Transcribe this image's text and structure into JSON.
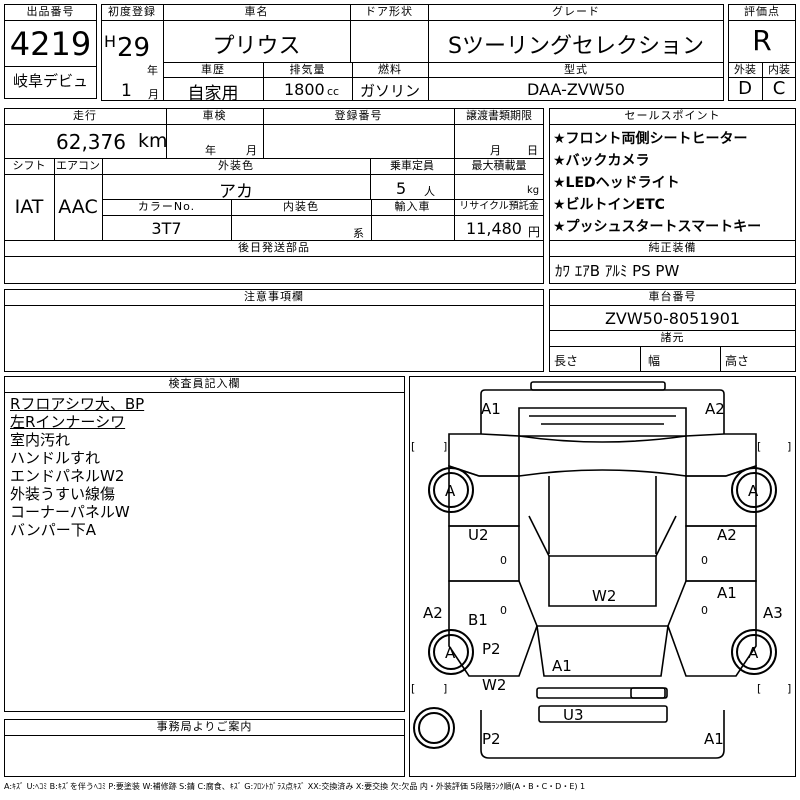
{
  "lot": {
    "label": "出品番号",
    "value": "4219",
    "venue": "岐阜デビュ"
  },
  "first_reg": {
    "label": "初度登録",
    "era": "H",
    "year": "29",
    "year_unit": "年",
    "month": "1",
    "month_unit": "月"
  },
  "car_name": {
    "label": "車名",
    "value": "プリウス"
  },
  "door": {
    "label": "ドア形状",
    "value": ""
  },
  "grade": {
    "label": "グレード",
    "value": "Sツーリングセレクション"
  },
  "score": {
    "label": "評価点",
    "value": "R",
    "exterior_label": "外装",
    "exterior": "D",
    "interior_label": "内装",
    "interior": "C"
  },
  "history": {
    "label": "車歴",
    "value": "自家用"
  },
  "displacement": {
    "label": "排気量",
    "value": "1800",
    "unit": "cc"
  },
  "fuel": {
    "label": "燃料",
    "value": "ガソリン"
  },
  "model": {
    "label": "型式",
    "value": "DAA-ZVW50"
  },
  "mileage": {
    "label": "走行",
    "value": "62,376",
    "unit": "km"
  },
  "inspection": {
    "label": "車検",
    "year_unit": "年",
    "month_unit": "月"
  },
  "reg_no": {
    "label": "登録番号",
    "value": ""
  },
  "transfer": {
    "label": "譲渡書類期限",
    "month_unit": "月",
    "day_unit": "日"
  },
  "shift": {
    "label": "シフト",
    "value": "IAT"
  },
  "aircon": {
    "label": "エアコン",
    "value": "AAC"
  },
  "ext_color": {
    "label": "外装色",
    "value": "アカ"
  },
  "capacity": {
    "label": "乗車定員",
    "value": "5",
    "unit": "人"
  },
  "max_load": {
    "label": "最大積載量",
    "value": "",
    "unit": "kg"
  },
  "color_no": {
    "label": "カラーNo.",
    "value": "3T7"
  },
  "int_color": {
    "label": "内装色",
    "value": "",
    "suffix": "系"
  },
  "import": {
    "label": "輸入車",
    "value": ""
  },
  "recycle": {
    "label": "リサイクル預託金",
    "value": "11,480",
    "unit": "円"
  },
  "later_parts": {
    "label": "後日発送部品",
    "value": ""
  },
  "sales_points": {
    "label": "セールスポイント",
    "items": [
      "★フロント両側シートヒーター",
      "★バックカメラ",
      "★LEDヘッドライト",
      "★ビルトインETC",
      "★プッシュスタートスマートキー"
    ]
  },
  "equipment": {
    "label": "純正装備",
    "value": "ｶﾜ ｴｱB ｱﾙﾐ PS PW"
  },
  "notes": {
    "label": "注意事項欄",
    "value": ""
  },
  "chassis": {
    "label": "車台番号",
    "value": "ZVW50-8051901"
  },
  "specs": {
    "label": "諸元",
    "length": "長さ",
    "width": "幅",
    "height": "高さ"
  },
  "inspector": {
    "label": "検査員記入欄",
    "lines": [
      "Rフロアシワ大、BP",
      "左Rインナーシワ",
      "室内汚れ",
      "ハンドルすれ",
      "エンドパネルW2",
      "外装うすい線傷",
      "コーナーパネルW",
      "バンパー下A"
    ]
  },
  "office": {
    "label": "事務局よりご案内",
    "value": ""
  },
  "diagram_marks": {
    "a1_tl": "A1",
    "a2_tr": "A2",
    "tire_a": "A",
    "u2": "U2",
    "a2_side": "A2",
    "w2_roof": "W2",
    "a1_side": "A1",
    "a2_left": "A2",
    "b1": "B1",
    "a3": "A3",
    "p2": "P2",
    "a1_center": "A1",
    "w2_low": "W2",
    "u3": "U3",
    "p2_bottom": "P2",
    "a1_bottom": "A1",
    "zero": "0",
    "bracket_l": "[",
    "bracket_r": "]"
  },
  "legend": "A:ｷｽﾞ U:ﾍｺﾐ B:ｷｽﾞを伴うﾍｺﾐ P:要塗装 W:補修跡 S:錆 C:腐食、ｷｽﾞ G:ﾌﾛﾝﾄｶﾞﾗｽ点ｷｽﾞ XX:交換済み X:要交換 欠:欠品 内・外装評価 5段階ﾗﾝｸ順(A・B・C・D・E) 1"
}
